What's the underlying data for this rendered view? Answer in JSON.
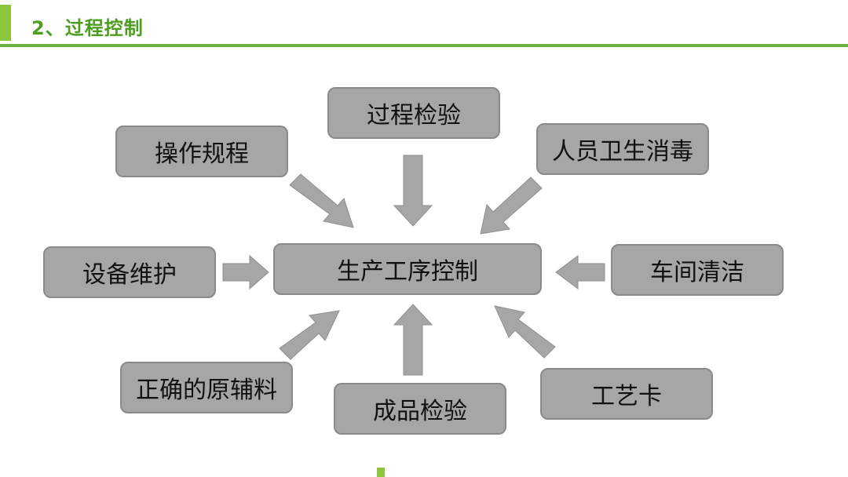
{
  "header": {
    "title": "2、过程控制",
    "accent_color": "#8cc63f",
    "title_color": "#4d9e1e"
  },
  "diagram": {
    "center": "生产工序控制",
    "nodes": {
      "process_inspection": "过程检验",
      "operating_procedure": "操作规程",
      "personnel_hygiene": "人员卫生消毒",
      "equipment_maintenance": "设备维护",
      "workshop_cleaning": "车间清洁",
      "raw_materials": "正确的原辅料",
      "product_inspection": "成品检验",
      "process_card": "工艺卡"
    },
    "box_color": "#a6a6a6",
    "arrow_color": "#a6a6a6"
  }
}
